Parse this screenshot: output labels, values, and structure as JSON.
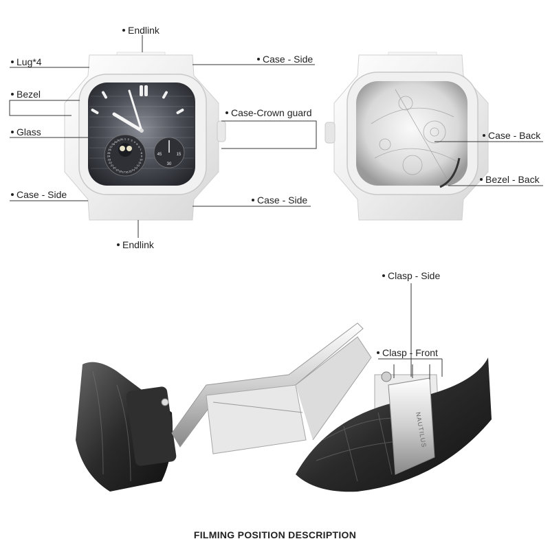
{
  "labels": {
    "endlink_top": "Endlink",
    "lug": "Lug*4",
    "case_side_top_right": "Case - Side",
    "bezel": "Bezel",
    "case_crown_guard": "Case-Crown guard",
    "glass": "Glass",
    "case_back": "Case - Back",
    "bezel_back": "Bezel - Back",
    "case_side_bottom_left": "Case - Side",
    "case_side_bottom_right": "Case - Side",
    "endlink_bottom": "Endlink",
    "clasp_side": "Clasp - Side",
    "clasp_front": "Clasp - Front"
  },
  "footer": {
    "title": "FILMING POSITION DESCRIPTION"
  },
  "dial": {
    "subdial_left_numbers": [
      "1",
      "2",
      "3",
      "4",
      "5",
      "6",
      "7",
      "8",
      "9",
      "10",
      "11",
      "12",
      "13",
      "14",
      "15",
      "16",
      "17",
      "18",
      "19",
      "20",
      "21",
      "22",
      "23",
      "24",
      "25",
      "26",
      "27",
      "28",
      "29",
      "30",
      "31"
    ],
    "subdial_right_numbers": [
      "45",
      "15",
      "30"
    ]
  },
  "clasp_engraving": "NAUTILUS",
  "colors": {
    "line": "#333333",
    "steel_light": "#f4f4f4",
    "steel_mid": "#d9d9d9",
    "dial_dark": "#3b3d44",
    "strap_dark": "#2a2a2a"
  }
}
